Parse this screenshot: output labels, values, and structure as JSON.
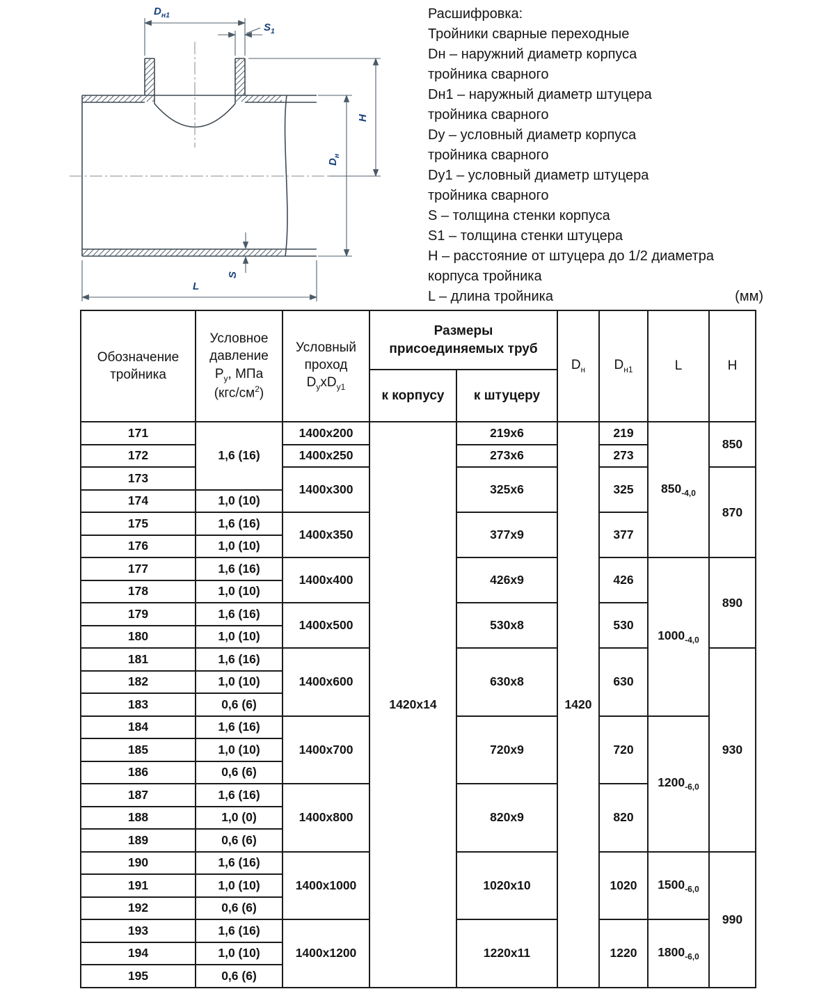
{
  "legend": {
    "title": "Расшифровка:",
    "lines": [
      "Тройники сварные переходные",
      "Dн – наружний диаметр корпуса",
      "тройника сварного",
      "Dн1 – наружный диаметр штуцера",
      "тройника сварного",
      "Dу – условный диаметр корпуса",
      "тройника сварного",
      "Dу1 – условный диаметр штуцера",
      "тройника сварного",
      "S – толщина стенки корпуса",
      "S1 – толщина стенки штуцера",
      "H – расстояние от штуцера до 1/2 диаметра",
      "корпуса тройника",
      "L – длина тройника"
    ],
    "unit_note": "(мм)"
  },
  "diagram": {
    "labels": {
      "dn1": "D_{н1}",
      "s1": "S_{1}",
      "h": "H",
      "dn": "D_{н}",
      "s": "S",
      "l": "L"
    },
    "label_color": "#16417c"
  },
  "table": {
    "header": {
      "designation": [
        "Обозначение",
        "тройника"
      ],
      "pressure": [
        "Условное",
        "давление",
        "P_{у}, МПа",
        "(кгс/см^{2})"
      ],
      "pass": [
        "Условный",
        "проход",
        "D_{у}xD_{у1}"
      ],
      "pipes_group": [
        "Размеры",
        "присоединяемых труб"
      ],
      "to_body": "к корпусу",
      "to_stub": "к штуцеру",
      "dn": "D_{н}",
      "dn1": "D_{н1}",
      "l": "L",
      "h": "H"
    },
    "rows": [
      {
        "cells": [
          [
            "designation",
            "171"
          ],
          [
            "pressure",
            "1,6 (16)",
            3
          ],
          [
            "pass",
            "1400x200"
          ],
          [
            "body",
            "1420x14",
            25
          ],
          [
            "stub",
            "219x6"
          ],
          [
            "dn",
            "1420",
            25
          ],
          [
            "dn1",
            "219"
          ],
          [
            "l",
            "850_{-4,0}",
            6
          ],
          [
            "h",
            "850",
            2
          ]
        ]
      },
      {
        "cells": [
          [
            "designation",
            "172"
          ],
          [
            "pass",
            "1400x250"
          ],
          [
            "stub",
            "273x6"
          ],
          [
            "dn1",
            "273"
          ]
        ]
      },
      {
        "cells": [
          [
            "designation",
            "173"
          ],
          [
            "pass",
            "1400x300",
            2
          ],
          [
            "stub",
            "325x6",
            2
          ],
          [
            "dn1",
            "325",
            2
          ],
          [
            "h",
            "870",
            4
          ]
        ]
      },
      {
        "cells": [
          [
            "designation",
            "174"
          ],
          [
            "pressure",
            "1,0 (10)"
          ]
        ]
      },
      {
        "cells": [
          [
            "designation",
            "175"
          ],
          [
            "pressure",
            "1,6 (16)"
          ],
          [
            "pass",
            "1400x350",
            2
          ],
          [
            "stub",
            "377x9",
            2
          ],
          [
            "dn1",
            "377",
            2
          ]
        ]
      },
      {
        "cells": [
          [
            "designation",
            "176"
          ],
          [
            "pressure",
            "1,0 (10)"
          ]
        ]
      },
      {
        "cells": [
          [
            "designation",
            "177"
          ],
          [
            "pressure",
            "1,6 (16)"
          ],
          [
            "pass",
            "1400x400",
            2
          ],
          [
            "stub",
            "426x9",
            2
          ],
          [
            "dn1",
            "426",
            2
          ],
          [
            "l",
            "1000_{-4,0}",
            7
          ],
          [
            "h",
            "890",
            4
          ]
        ]
      },
      {
        "cells": [
          [
            "designation",
            "178"
          ],
          [
            "pressure",
            "1,0 (10)"
          ]
        ]
      },
      {
        "cells": [
          [
            "designation",
            "179"
          ],
          [
            "pressure",
            "1,6 (16)"
          ],
          [
            "pass",
            "1400x500",
            2
          ],
          [
            "stub",
            "530x8",
            2
          ],
          [
            "dn1",
            "530",
            2
          ]
        ]
      },
      {
        "cells": [
          [
            "designation",
            "180"
          ],
          [
            "pressure",
            "1,0 (10)"
          ]
        ]
      },
      {
        "cells": [
          [
            "designation",
            "181"
          ],
          [
            "pressure",
            "1,6 (16)"
          ],
          [
            "pass",
            "1400x600",
            3
          ],
          [
            "stub",
            "630x8",
            3
          ],
          [
            "dn1",
            "630",
            3
          ],
          [
            "h",
            "930",
            9
          ]
        ]
      },
      {
        "cells": [
          [
            "designation",
            "182"
          ],
          [
            "pressure",
            "1,0 (10)"
          ]
        ]
      },
      {
        "cells": [
          [
            "designation",
            "183"
          ],
          [
            "pressure",
            "0,6 (6)"
          ]
        ]
      },
      {
        "cells": [
          [
            "designation",
            "184"
          ],
          [
            "pressure",
            "1,6 (16)"
          ],
          [
            "pass",
            "1400x700",
            3
          ],
          [
            "stub",
            "720x9",
            3
          ],
          [
            "dn1",
            "720",
            3
          ],
          [
            "l",
            "1200_{-6,0}",
            6
          ]
        ]
      },
      {
        "cells": [
          [
            "designation",
            "185"
          ],
          [
            "pressure",
            "1,0 (10)"
          ]
        ]
      },
      {
        "cells": [
          [
            "designation",
            "186"
          ],
          [
            "pressure",
            "0,6 (6)"
          ]
        ]
      },
      {
        "cells": [
          [
            "designation",
            "187"
          ],
          [
            "pressure",
            "1,6 (16)"
          ],
          [
            "pass",
            "1400x800",
            3
          ],
          [
            "stub",
            "820x9",
            3
          ],
          [
            "dn1",
            "820",
            3
          ]
        ]
      },
      {
        "cells": [
          [
            "designation",
            "188"
          ],
          [
            "pressure",
            "1,0 (0)"
          ]
        ]
      },
      {
        "cells": [
          [
            "designation",
            "189"
          ],
          [
            "pressure",
            "0,6 (6)"
          ]
        ]
      },
      {
        "cells": [
          [
            "designation",
            "190"
          ],
          [
            "pressure",
            "1,6 (16)"
          ],
          [
            "pass",
            "1400x1000",
            3
          ],
          [
            "stub",
            "1020x10",
            3
          ],
          [
            "dn1",
            "1020",
            3
          ],
          [
            "l",
            "1500_{-6,0}",
            3
          ],
          [
            "h",
            "990",
            6
          ]
        ]
      },
      {
        "cells": [
          [
            "designation",
            "191"
          ],
          [
            "pressure",
            "1,0 (10)"
          ]
        ]
      },
      {
        "cells": [
          [
            "designation",
            "192"
          ],
          [
            "pressure",
            "0,6 (6)"
          ]
        ]
      },
      {
        "cells": [
          [
            "designation",
            "193"
          ],
          [
            "pressure",
            "1,6 (16)"
          ],
          [
            "pass",
            "1400x1200",
            3
          ],
          [
            "stub",
            "1220x11",
            3
          ],
          [
            "dn1",
            "1220",
            3
          ],
          [
            "l",
            "1800_{-6,0}",
            3
          ]
        ]
      },
      {
        "cells": [
          [
            "designation",
            "194"
          ],
          [
            "pressure",
            "1,0 (10)"
          ]
        ]
      },
      {
        "cells": [
          [
            "designation",
            "195"
          ],
          [
            "pressure",
            "0,6 (6)"
          ]
        ]
      }
    ]
  }
}
